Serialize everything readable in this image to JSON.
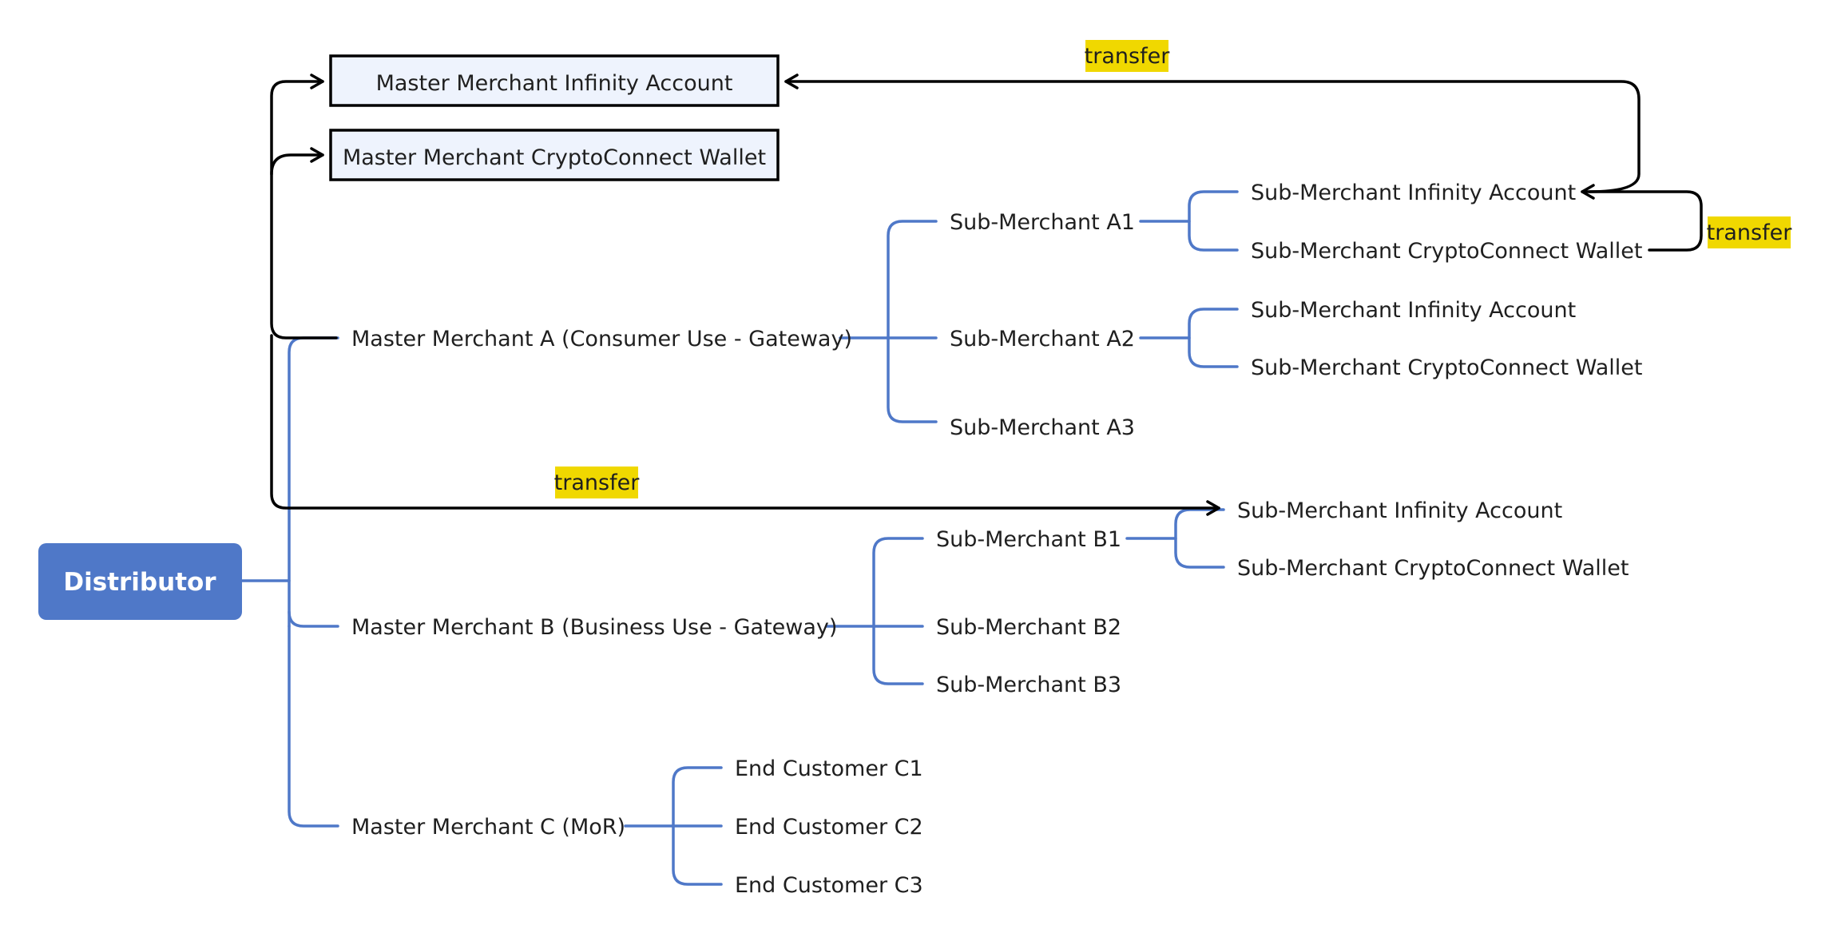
{
  "root": {
    "label": "Distributor",
    "color": "#4f78c8"
  },
  "accounts": {
    "infinity": "Master Merchant Infinity Account",
    "crypto": "Master Merchant CryptoConnect Wallet"
  },
  "master_merchants": [
    {
      "label": "Master Merchant A (Consumer Use - Gateway)",
      "children": [
        {
          "label": "Sub-Merchant A1",
          "accounts": [
            "Sub-Merchant Infinity Account",
            "Sub-Merchant CryptoConnect Wallet"
          ]
        },
        {
          "label": "Sub-Merchant A2",
          "accounts": [
            "Sub-Merchant Infinity Account",
            "Sub-Merchant CryptoConnect Wallet"
          ]
        },
        {
          "label": "Sub-Merchant A3"
        }
      ]
    },
    {
      "label": "Master Merchant B (Business Use - Gateway)",
      "children": [
        {
          "label": "Sub-Merchant B1",
          "accounts": [
            "Sub-Merchant Infinity Account",
            "Sub-Merchant CryptoConnect Wallet"
          ]
        },
        {
          "label": "Sub-Merchant B2"
        },
        {
          "label": "Sub-Merchant B3"
        }
      ]
    },
    {
      "label": "Master Merchant C (MoR)",
      "children": [
        {
          "label": "End Customer C1"
        },
        {
          "label": "End Customer C2"
        },
        {
          "label": "End Customer C3"
        }
      ]
    }
  ],
  "transfer_labels": {
    "top": "transfer",
    "right": "transfer",
    "middle": "transfer"
  },
  "colors": {
    "tree_line": "#4f78c8",
    "transfer_line": "#000000",
    "highlight": "#f0d800",
    "account_box_fill": "#eef3fd"
  }
}
